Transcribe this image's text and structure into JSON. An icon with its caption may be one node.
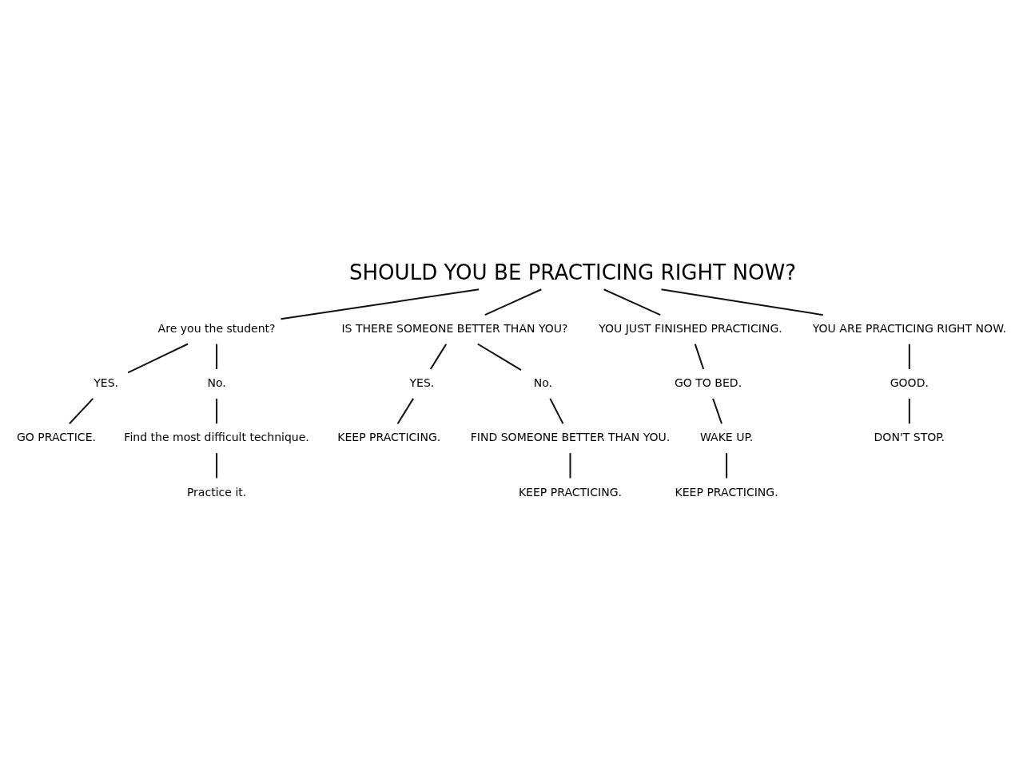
{
  "diagram": {
    "nodes": [
      {
        "text": [
          "SHOULD YOU BE PRACTICING RIGHT NOW?"
        ]
      },
      {
        "text": [
          "Are you the student?"
        ]
      },
      {
        "text": [
          "IS THERE SOMEONE BETTER THAN YOU?"
        ]
      },
      {
        "text": [
          "YOU JUST FINISHED PRACTICING."
        ]
      },
      {
        "text": [
          "YOU ARE PRACTICING RIGHT NOW."
        ]
      },
      {
        "text": [
          "YES."
        ]
      },
      {
        "text": [
          "No."
        ]
      },
      {
        "text": [
          "GO PRACTICE."
        ]
      },
      {
        "text": [
          "Find the most difficult technique."
        ]
      },
      {
        "text": [
          "Practice it."
        ]
      },
      {
        "text": [
          "YES."
        ]
      },
      {
        "text": [
          "No."
        ]
      },
      {
        "text": [
          "KEEP PRACTICING."
        ]
      },
      {
        "text": [
          "FIND SOMEONE BETTER THAN YOU."
        ]
      },
      {
        "text": [
          "KEEP PRACTICING."
        ]
      },
      {
        "text": [
          "GO TO BED."
        ]
      },
      {
        "text": [
          "WAKE UP."
        ]
      },
      {
        "text": [
          "KEEP PRACTICING."
        ]
      },
      {
        "text": [
          "GOOD."
        ]
      },
      {
        "text": [
          "DON'T STOP."
        ]
      }
    ],
    "edges": [
      {
        "from": 0,
        "to": 1,
        "arrow": "none"
      },
      {
        "from": 0,
        "to": 2,
        "arrow": "none"
      },
      {
        "from": 0,
        "to": 3,
        "arrow": "none"
      },
      {
        "from": 0,
        "to": 4,
        "arrow": "none"
      },
      {
        "from": 1,
        "to": 5,
        "arrow": "none"
      },
      {
        "from": 1,
        "to": 6,
        "arrow": "none"
      },
      {
        "from": 5,
        "to": 7,
        "arrow": "none"
      },
      {
        "from": 6,
        "to": 8,
        "arrow": "none"
      },
      {
        "from": 8,
        "to": 9,
        "arrow": "none"
      },
      {
        "from": 2,
        "to": 10,
        "arrow": "none"
      },
      {
        "from": 2,
        "to": 11,
        "arrow": "none"
      },
      {
        "from": 10,
        "to": 12,
        "arrow": "none"
      },
      {
        "from": 11,
        "to": 13,
        "arrow": "none"
      },
      {
        "from": 13,
        "to": 14,
        "arrow": "none"
      },
      {
        "from": 3,
        "to": 15,
        "arrow": "none"
      },
      {
        "from": 15,
        "to": 16,
        "arrow": "none"
      },
      {
        "from": 16,
        "to": 17,
        "arrow": "none"
      },
      {
        "from": 4,
        "to": 18,
        "arrow": "none"
      },
      {
        "from": 18,
        "to": 19,
        "arrow": "none"
      }
    ]
  }
}
